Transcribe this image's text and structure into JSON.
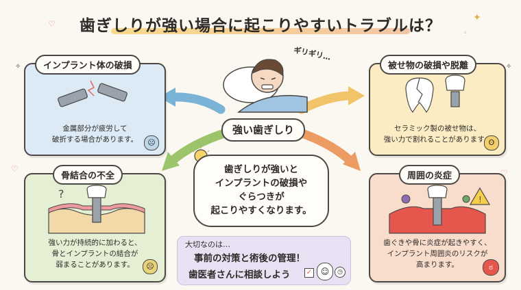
{
  "title": "歯ぎしりが強い場合に起こりやすいトラブルは？",
  "center_label": "強い歯ぎしり",
  "grinding_sound": "ギリギリ…",
  "cards": {
    "implant_fracture": {
      "title": "インプラント体の破損",
      "body_line1": "金属部分が疲労して",
      "body_line2": "破折する場合があります。"
    },
    "crown_damage": {
      "title": "被せ物の破損や脱離",
      "body_line1": "セラミック製の被せ物は、",
      "body_line2": "強い力で割れることがあります。"
    },
    "osseointegration": {
      "title": "骨結合の不全",
      "body_line1": "強い力が持続的に加わると、",
      "body_line2": "骨とインプラントの結合が",
      "body_line3": "弱まることがあります。"
    },
    "inflammation": {
      "title": "周囲の炎症",
      "body_line1": "歯ぐきや骨に炎症が起きやすく、",
      "body_line2": "インプラント周囲炎のリスクが",
      "body_line3": "高まります。"
    }
  },
  "bubble": {
    "line1": "歯ぎしりが強いと",
    "line2": "インプラントの破損や",
    "line3": "ぐらつきが",
    "line4": "起こりやすくなります。"
  },
  "note": {
    "heading": "大切なのは…",
    "line1": "事前の対策と術後の管理！",
    "line2": "歯医者さんに相談しよう"
  },
  "colors": {
    "arrow_blue": "#7bb3d6",
    "arrow_yellow": "#f2c46a",
    "arrow_green": "#9cc46a",
    "arrow_orange": "#ec9b62"
  }
}
